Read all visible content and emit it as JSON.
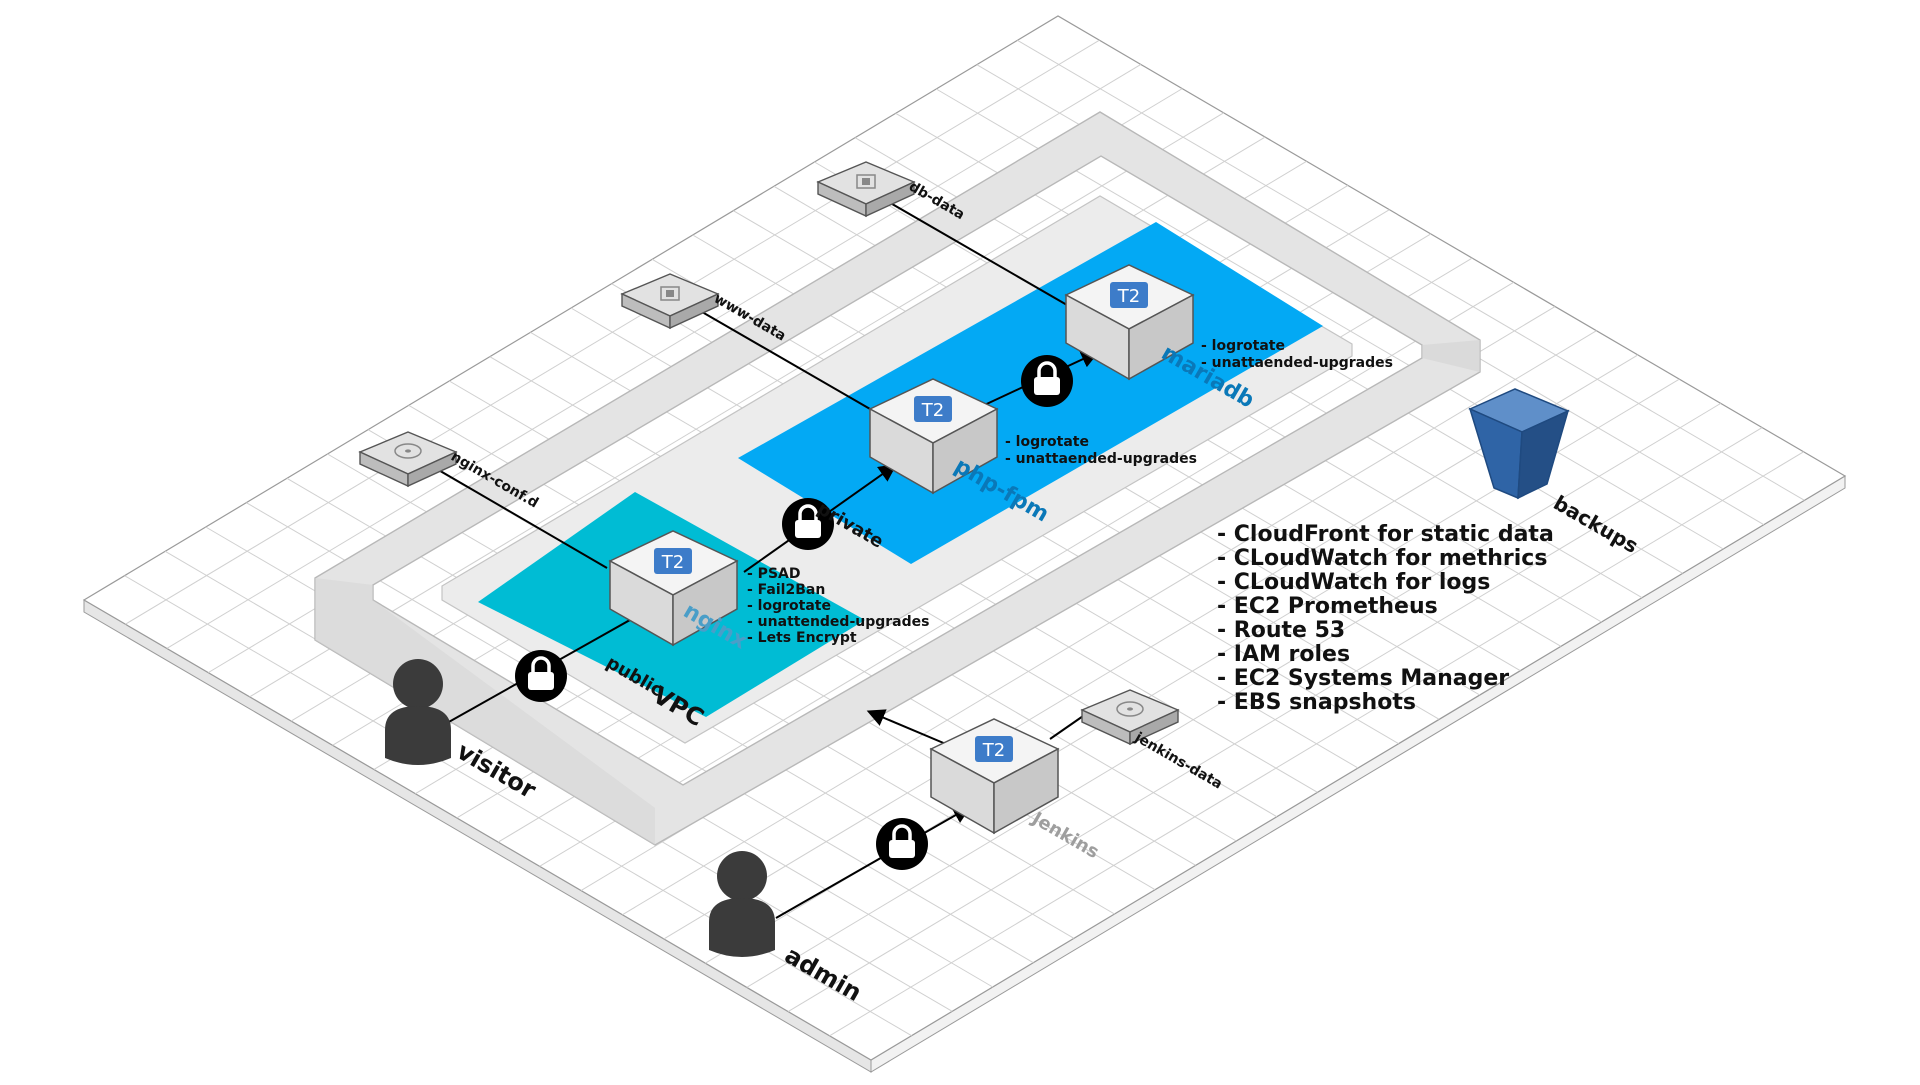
{
  "zones": {
    "vpc": "VPC",
    "public": "public",
    "private": "private"
  },
  "instances": {
    "chip": "T2",
    "nginx": "nginx",
    "phpfpm": "php-fpm",
    "mariadb": "mariadb",
    "jenkins": "Jenkins"
  },
  "volumes": {
    "nginx_conf": "nginx-conf.d",
    "www_data": "www-data",
    "db_data": "db-data",
    "jenkins_data": "jenkins-data"
  },
  "users": {
    "visitor": "visitor",
    "admin": "admin"
  },
  "storage": {
    "backups": "backups"
  },
  "notes": {
    "nginx": [
      "- PSAD",
      "- Fail2Ban",
      "- logrotate",
      "- unattended-upgrades",
      "- Lets Encrypt"
    ],
    "phpfpm": [
      "- logrotate",
      "- unattaended-upgrades"
    ],
    "mariadb": [
      "- logrotate",
      "- unattaended-upgrades"
    ]
  },
  "services": [
    "- CloudFront for static data",
    "- CLoudWatch for methrics",
    "- CLoudWatch for logs",
    "- EC2 Prometheus",
    "- Route 53",
    "- IAM roles",
    "- EC2 Systems Manager",
    "- EBS snapshots"
  ],
  "colors": {
    "public_zone": "#00bcd4",
    "private_zone": "#03a9f4",
    "vpc_border": "#e3e3e3",
    "instance_chip": "#3d7cc9",
    "bucket": "#2f64a6",
    "user": "#3b3b3b"
  }
}
